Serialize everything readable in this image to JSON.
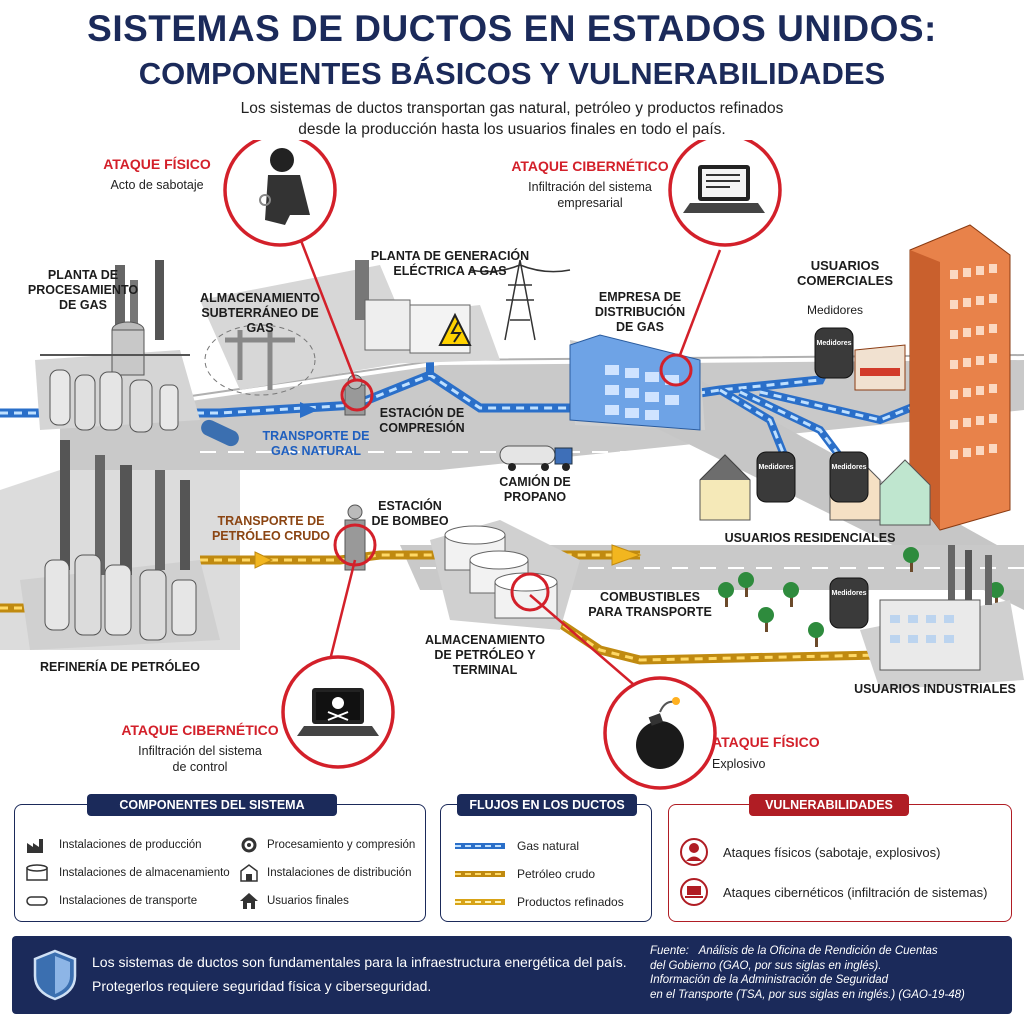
{
  "title": {
    "main": "SISTEMAS DE DUCTOS EN ESTADOS UNIDOS:",
    "sub": "COMPONENTES BÁSICOS Y VULNERABILIDADES",
    "desc_line1": "Los sistemas de ductos transportan gas natural, petróleo y productos refinados",
    "desc_line2": "desde la producción hasta los usuarios finales en todo el país."
  },
  "labels": {
    "gas_processing": [
      "PLANTA DE",
      "PROCESAMIENTO",
      "DE GAS"
    ],
    "underground_storage": [
      "ALMACENAMIENTO",
      "SUBTERRÁNEO DE GAS"
    ],
    "power_plant": [
      "PLANTA DE GENERACIÓN",
      "ELÉCTRICA A GAS"
    ],
    "distribution": [
      "EMPRESA DE DISTRIBUCIÓN",
      "DE GAS"
    ],
    "commercial": [
      "USUARIOS",
      "COMERCIALES"
    ],
    "meters": "Medidores",
    "meter_tag": "Medidores",
    "compression": [
      "ESTACIÓN DE",
      "COMPRESIÓN"
    ],
    "gas_transport": [
      "TRANSPORTE DE",
      "GAS NATURAL"
    ],
    "propane": [
      "CAMIÓN DE",
      "PROPANO"
    ],
    "residential": "USUARIOS RESIDENCIALES",
    "pumping": [
      "ESTACIÓN",
      "DE BOMBEO"
    ],
    "crude_transport": [
      "TRANSPORTE DE",
      "PETRÓLEO CRUDO"
    ],
    "fuels": [
      "COMBUSTIBLES",
      "PARA TRANSPORTE"
    ],
    "refinery": "REFINERÍA DE PETRÓLEO",
    "storage_terminal": [
      "ALMACENAMIENTO",
      "DE PETRÓLEO Y",
      "TERMINAL"
    ],
    "industrial": "USUARIOS INDUSTRIALES"
  },
  "attacks": {
    "physical_sabotage": {
      "title": "ATAQUE FÍSICO",
      "desc": "Acto de sabotaje"
    },
    "cyber_enterprise": {
      "title": "ATAQUE CIBERNÉTICO",
      "desc1": "Infiltración del sistema",
      "desc2": "empresarial"
    },
    "cyber_control": {
      "title": "ATAQUE CIBERNÉTICO",
      "desc1": "Infiltración del sistema",
      "desc2": "de control"
    },
    "physical_explosive": {
      "title": "ATAQUE FÍSICO",
      "desc": "Explosivo"
    }
  },
  "legend_components": {
    "title": "COMPONENTES DEL SISTEMA",
    "items": [
      "Instalaciones de producción",
      "Instalaciones de almacenamiento",
      "Instalaciones de transporte",
      "Procesamiento y compresión",
      "Instalaciones de distribución",
      "Usuarios finales"
    ]
  },
  "legend_flows": {
    "title": "FLUJOS EN LOS DUCTOS",
    "items": [
      "Gas natural",
      "Petróleo crudo",
      "Productos refinados"
    ]
  },
  "legend_vuln": {
    "title": "VULNERABILIDADES",
    "items": [
      "Ataques físicos (sabotaje, explosivos)",
      "Ataques cibernéticos (infiltración de sistemas)"
    ]
  },
  "footer": {
    "line1": "Los sistemas de ductos son fundamentales para la infraestructura energética del país.",
    "line2": "Protegerlos requiere seguridad física y ciberseguridad.",
    "source_label": "Fuente:",
    "source1": "Análisis de la Oficina de Rendición de Cuentas",
    "source2": "del Gobierno (GAO, por sus siglas en inglés).",
    "source3": "Información de la Administración de Seguridad",
    "source4": "en el Transporte (TSA, por sus siglas en inglés.) (GAO-19-48)"
  },
  "colors": {
    "navy": "#1b2a5a",
    "alert_red": "#d3202a",
    "gas_blue": "#4a90e2",
    "crude_yellow": "#f2b61f",
    "road_gray": "#9a9a9a"
  }
}
